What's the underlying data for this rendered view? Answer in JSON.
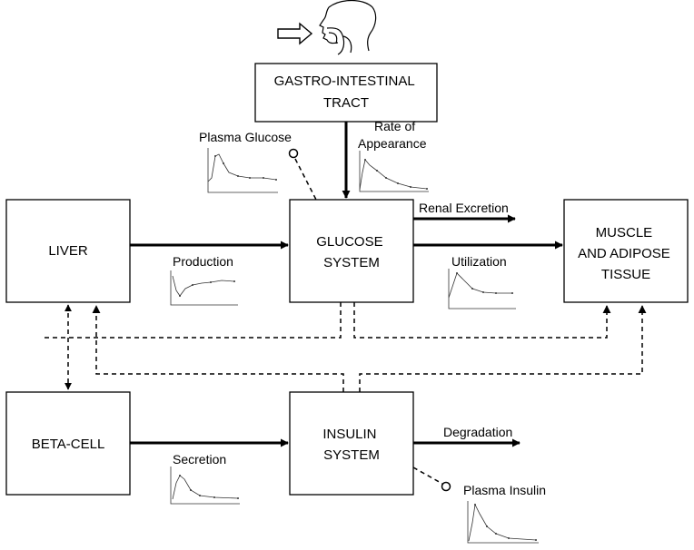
{
  "boxes": {
    "gi_tract": [
      "GASTRO-INTESTINAL",
      "TRACT"
    ],
    "liver": [
      "LIVER"
    ],
    "glucose_system": [
      "GLUCOSE",
      "SYSTEM"
    ],
    "muscle_adipose": [
      "MUSCLE",
      "AND ADIPOSE",
      "TISSUE"
    ],
    "beta_cell": [
      "BETA-CELL"
    ],
    "insulin_system": [
      "INSULIN",
      "SYSTEM"
    ]
  },
  "labels": {
    "plasma_glucose": "Plasma Glucose",
    "rate_of_appearance": [
      "Rate of",
      "Appearance"
    ],
    "renal_excretion": "Renal Excretion",
    "production": "Production",
    "utilization": "Utilization",
    "degradation": "Degradation",
    "secretion": "Secretion",
    "plasma_insulin": "Plasma Insulin"
  },
  "icons": {
    "intake": "arrow-right-icon",
    "head": "human-head-icon",
    "probe": "measurement-probe-icon"
  },
  "colors": {
    "line": "#000000",
    "background": "#ffffff",
    "mini_plot": "#333333"
  }
}
